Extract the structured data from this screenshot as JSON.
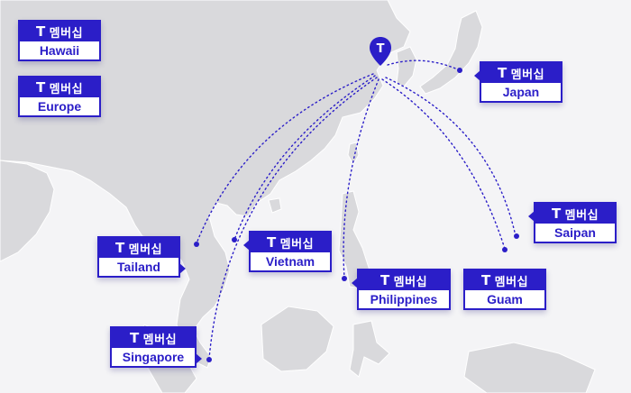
{
  "brand": {
    "glyph": "T",
    "label": "멤버십",
    "color": "#2b1ec8"
  },
  "destinations": {
    "hawaii": "Hawaii",
    "europe": "Europe",
    "japan": "Japan",
    "saipan": "Saipan",
    "tailand": "Tailand",
    "vietnam": "Vietnam",
    "philippines": "Philippines",
    "guam": "Guam",
    "singapore": "Singapore"
  },
  "origin_icon": "location-pin-icon"
}
